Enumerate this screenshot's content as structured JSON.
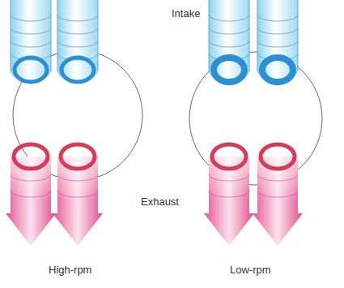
{
  "diagram": {
    "labels": [
      "Intake",
      "Exhaust",
      "High-rpm",
      "Low-rpm"
    ]
  }
}
